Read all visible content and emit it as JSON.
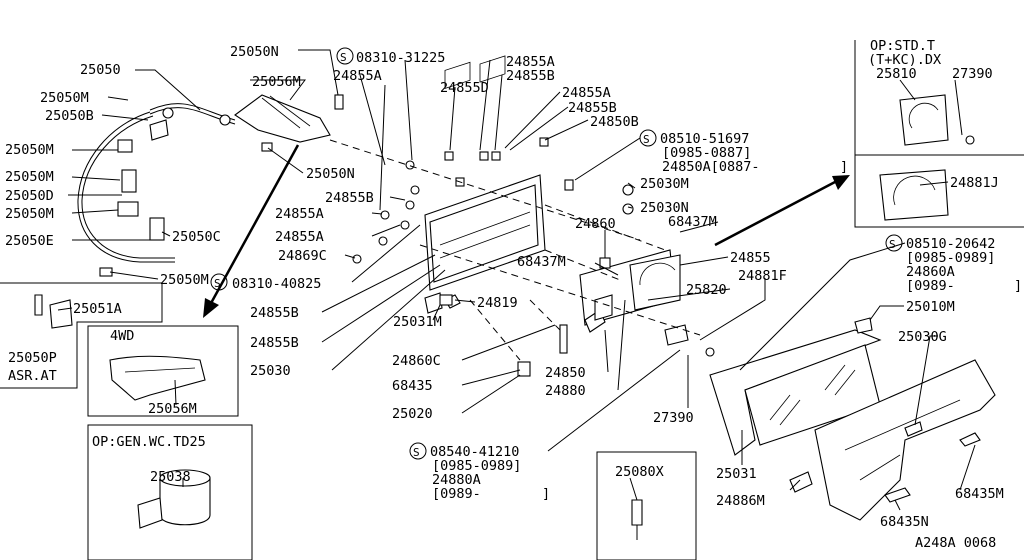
{
  "diagram": {
    "labels": {
      "p25050N_top": "25050N",
      "p25050": "25050",
      "p25056M_top": "25056M",
      "p25050M_1": "25050M",
      "p25050B": "25050B",
      "p25050M_2": "25050M",
      "p25050M_3": "25050M",
      "p25050D": "25050D",
      "p25050M_4": "25050M",
      "p25050E": "25050E",
      "p25050C": "25050C",
      "p25050M_5": "25050M",
      "p25050N_mid": "25050N",
      "p08310_31225": "08310-31225",
      "p24855A_1": "24855A",
      "p24855A_2": "24855A",
      "p24855B_1": "24855B",
      "p24855D": "24855D",
      "p24855A_3": "24855A",
      "p24855B_2": "24855B",
      "p24850B": "24850B",
      "p08510_51697": "08510-51697",
      "p0985_0887": "[0985-0887]",
      "p24850A": "24850A[0887-",
      "p24850A_end": "]",
      "p25030M": "25030M",
      "p25030N": "25030N",
      "p24855B_3": "24855B",
      "p24855A_4": "24855A",
      "p24855A_5": "24855A",
      "p24869C": "24869C",
      "p08310_40825": "08310-40825",
      "p24860": "24860",
      "p68437M_1": "68437M",
      "p24855": "24855",
      "p24881F": "24881F",
      "p68437M_2": "68437M",
      "p24819": "24819",
      "p25820": "25820",
      "p25031M": "25031M",
      "p24855B_4": "24855B",
      "p24855B_5": "24855B",
      "p25030": "25030",
      "p24860C": "24860C",
      "p68435_1": "68435",
      "p24850": "24850",
      "p24880": "24880",
      "p25020": "25020",
      "p27390_mid": "27390",
      "p08540_41210": "08540-41210",
      "p0985_0989_b": "[0985-0989]",
      "p24880A": "24880A",
      "p0989_b": "[0989-",
      "p0989_b_end": "]",
      "p25051A": "25051A",
      "p25050P": "25050P",
      "asr_at": "ASR.AT",
      "fourwd": "4WD",
      "p25056M_box": "25056M",
      "op_gen": "OP:GEN.WC.TD25",
      "p25038": "25038",
      "p25080X": "25080X",
      "p25031": "25031",
      "p24886M": "24886M",
      "p68435M": "68435M",
      "p68435N": "68435N",
      "ref": "A248A 0068",
      "p08510_20642": "08510-20642",
      "p0985_0989_a": "[0985-0989]",
      "p24860A": "24860A",
      "p0989_a": "[0989-",
      "p0989_a_end": "]",
      "p25010M": "25010M",
      "p25030G": "25030G",
      "op_std_1": "OP:STD.T",
      "op_std_2": "(T+KC).DX",
      "p25810": "25810",
      "p27390_box": "27390",
      "p24881J": "24881J"
    }
  }
}
